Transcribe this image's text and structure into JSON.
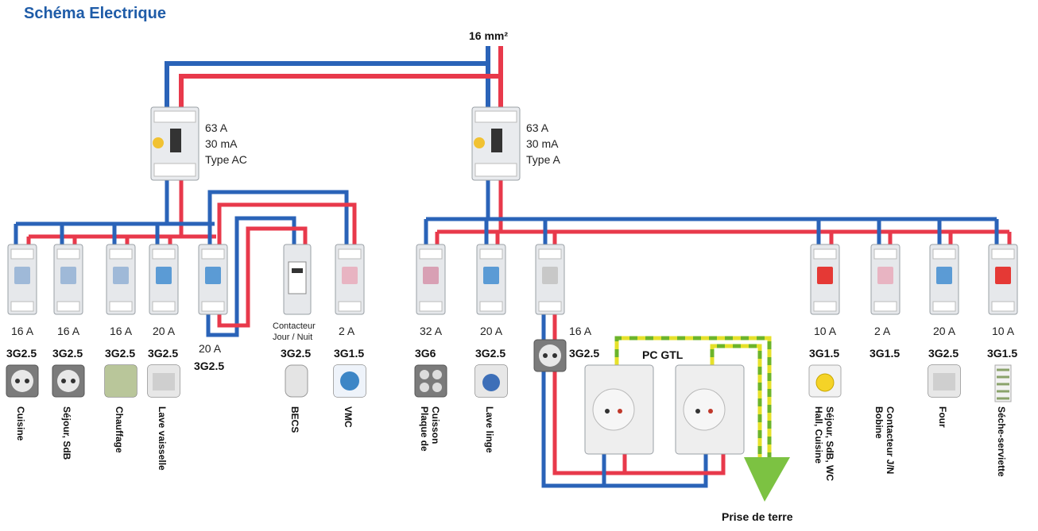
{
  "title": "Schéma Electrique",
  "main_feed": "16 mm²",
  "rcd_left": {
    "rating": "63 A",
    "sensitivity": "30 mA",
    "type": "Type AC"
  },
  "rcd_right": {
    "rating": "63 A",
    "sensitivity": "30 mA",
    "type": "Type A"
  },
  "circuits": [
    {
      "amp": "16 A",
      "cable": "3G2.5",
      "name": [
        "Cuisine"
      ],
      "icon": "socket-icon"
    },
    {
      "amp": "16 A",
      "cable": "3G2.5",
      "name": [
        "Séjour, SdB"
      ],
      "icon": "socket-icon"
    },
    {
      "amp": "16 A",
      "cable": "3G2.5",
      "name": [
        "Chauffage"
      ],
      "icon": "radiator-icon"
    },
    {
      "amp": "20 A",
      "cable": "3G2.5",
      "name": [
        "Lave vaisselle"
      ],
      "icon": "dishwasher-icon"
    },
    {
      "amp": "20 A",
      "cable": "3G2.5",
      "name": [],
      "icon": ""
    },
    {
      "amp": "Contacteur",
      "amp2": "Jour / Nuit",
      "cable": "3G2.5",
      "name": [
        "BECS"
      ],
      "icon": "water-heater-icon"
    },
    {
      "amp": "2 A",
      "cable": "3G1.5",
      "name": [
        "VMC"
      ],
      "icon": "fan-icon"
    },
    {
      "amp": "32 A",
      "cable": "3G6",
      "name": [
        "Plaque de",
        "Cuisson"
      ],
      "icon": "cooktop-icon"
    },
    {
      "amp": "20 A",
      "cable": "3G2.5",
      "name": [
        "Lave linge"
      ],
      "icon": "washing-machine-icon"
    },
    {
      "amp": "16 A",
      "cable": "3G2.5",
      "name": [],
      "icon": "socket-icon"
    },
    {
      "amp": "10 A",
      "cable": "3G1.5",
      "name": [
        "Hall, Cuisine",
        "Séjour, SdB, WC"
      ],
      "icon": "light-icon"
    },
    {
      "amp": "2 A",
      "cable": "3G1.5",
      "name": [
        "Bobine",
        "Contacteur J/N"
      ],
      "icon": ""
    },
    {
      "amp": "20 A",
      "cable": "3G2.5",
      "name": [
        "Four"
      ],
      "icon": "oven-icon"
    },
    {
      "amp": "10 A",
      "cable": "3G1.5",
      "name": [
        "Séche-serviette"
      ],
      "icon": "towel-rail-icon"
    }
  ],
  "pc_gtl": "PC GTL",
  "earth": "Prise de terre",
  "colors": {
    "neutral": "#2a63b8",
    "phase": "#e8394b",
    "earth": "#e6e12a",
    "earth2": "#6cb42a",
    "title": "#1f5ca8"
  }
}
